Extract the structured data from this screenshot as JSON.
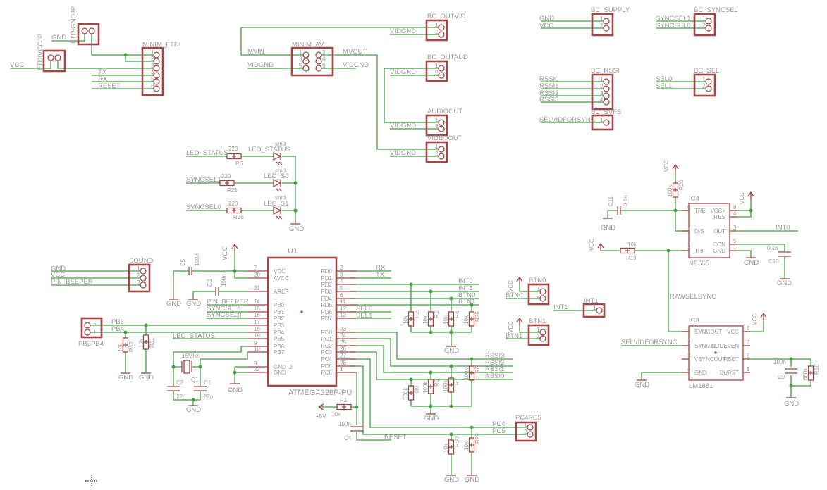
{
  "colors": {
    "wire": "#42a042",
    "part": "#a24646",
    "text": "#9a9a9a",
    "background": "#ffffff"
  },
  "pin_numbers": [
    "1",
    "2",
    "3",
    "4",
    "5",
    "6"
  ],
  "common": {
    "gnd": "GND",
    "vcc": "VCC",
    "plus5v": "+5V"
  },
  "ftdi": {
    "vccjp": "FTDIVCCJP",
    "gndjp": "FTDIGNDJP",
    "minim_ftdi": "MINIM_FTDI",
    "vcc": "VCC",
    "gnd": "GND",
    "tx": "TX",
    "rx": "RX",
    "reset": "RESET"
  },
  "av": {
    "minim_av": "MINIM_AV",
    "mvin": "MVIN",
    "vidgnd": "VIDGND",
    "mvout": "MVOUT"
  },
  "outputs": {
    "bc_outvid": "BC_OUTVID",
    "bc_outaud": "BC_OUTAUD",
    "audioout": "AUDIOOUT",
    "videoout": "VIDEOOUT",
    "vidgnd": "VIDGND"
  },
  "headers": {
    "bc_supply": "BC_SUPPLY",
    "bc_syncsel": "BC_SYNCSEL",
    "bc_rssi": "BC_RSSI",
    "bc_svfs": "BC_SVFS",
    "bc_sel": "BC_SEL",
    "gnd": "GND",
    "vcc": "VCC",
    "syncsel1": "SYNCSEL1",
    "syncsel0": "SYNCSEL0",
    "rssi": [
      "RSSI0",
      "RSSI1",
      "RSSI2",
      "RSSI3"
    ],
    "selvidforsync": "SELVIDFORSYNC",
    "sel0": "SEL0",
    "sel1": "SEL1"
  },
  "leds": {
    "rows": [
      {
        "net": "LED_STATUS",
        "r_value": "220",
        "r_ref": "R5",
        "led_name": "LED_STATUS",
        "led_pkg": "smd"
      },
      {
        "net": "SYNCSEL1",
        "r_value": "220",
        "r_ref": "R25",
        "led_name": "LED_S0",
        "led_pkg": "smd"
      },
      {
        "net": "SYNCSEL0",
        "r_value": "220",
        "r_ref": "R26",
        "led_name": "LED_S1",
        "led_pkg": "smd"
      }
    ],
    "gnd": "GND"
  },
  "sound": {
    "title": "SOUND",
    "gnd": "GND",
    "vcc": "VCC",
    "pin_beeper": "PIN_BEEPER"
  },
  "u1": {
    "ref": "U1",
    "value": "ATMEGA328P-PU",
    "left_pins": [
      {
        "num": "7",
        "name": "VCC"
      },
      {
        "num": "20",
        "name": "AVCC"
      },
      {
        "num": "21",
        "name": "AREF"
      },
      {
        "num": "14",
        "name": "PB0"
      },
      {
        "num": "15",
        "name": "PB1"
      },
      {
        "num": "16",
        "name": "PB2"
      },
      {
        "num": "17",
        "name": "PB3"
      },
      {
        "num": "18",
        "name": "PB4"
      },
      {
        "num": "19",
        "name": "PB5"
      },
      {
        "num": "9",
        "name": "PB6"
      },
      {
        "num": "10",
        "name": "PB7"
      },
      {
        "num": "8",
        "name": "GND_2"
      },
      {
        "num": "22",
        "name": "GND"
      }
    ],
    "right_pins": [
      {
        "num": "2",
        "name": "PD0"
      },
      {
        "num": "3",
        "name": "PD1"
      },
      {
        "num": "4",
        "name": "PD2"
      },
      {
        "num": "5",
        "name": "PD3"
      },
      {
        "num": "6",
        "name": "PD4"
      },
      {
        "num": "11",
        "name": "PD5"
      },
      {
        "num": "12",
        "name": "PD6"
      },
      {
        "num": "13",
        "name": "PD7"
      },
      {
        "num": "23",
        "name": "PC0"
      },
      {
        "num": "24",
        "name": "PC1"
      },
      {
        "num": "25",
        "name": "PC2"
      },
      {
        "num": "26",
        "name": "PC3"
      },
      {
        "num": "27",
        "name": "PC4"
      },
      {
        "num": "28",
        "name": "PC5"
      },
      {
        "num": "1",
        "name": "PC6"
      }
    ]
  },
  "u1_nets": {
    "pin_beeper": "PIN_BEEPER",
    "syncsel1": "SYNCSEL1",
    "syncsel0": "SYNCSEL0",
    "pb3": "PB3",
    "pb4": "PB4",
    "led_status": "LED_STATUS",
    "rx": "RX",
    "tx": "TX",
    "int0": "INT0",
    "int1": "INT1",
    "btn0": "BTN0",
    "btn1": "BTN1",
    "sel0": "SEL0",
    "sel1": "SEL1",
    "rssi3": "RSSI3",
    "rssi2": "RSSI2",
    "rssi1": "RSSI1",
    "rssi0": "RSSI0",
    "pc4": "PC4",
    "pc5": "PC5",
    "reset": "RESET"
  },
  "parts": {
    "c5": {
      "ref": "C5",
      "value": "100n"
    },
    "c3": {
      "ref": "C3",
      "value": "100n"
    },
    "pb3pb4": "PB3PB4",
    "r31": {
      "ref": "R31",
      "value": "10k"
    },
    "r32": {
      "ref": "R32",
      "value": "10k"
    },
    "q1": {
      "ref": "Q1",
      "value": "16Mhz"
    },
    "c2": {
      "ref": "C2",
      "value": "22p"
    },
    "c1": {
      "ref": "C1",
      "value": "22p"
    },
    "r2": {
      "ref": "R2",
      "value": "10k"
    },
    "r3": {
      "ref": "R3",
      "value": "10k"
    },
    "r4": {
      "ref": "R4",
      "value": "10k"
    },
    "r26": {
      "ref": "R26",
      "value": "10k"
    },
    "r6": {
      "ref": "R6",
      "value": "100k"
    },
    "r7": {
      "ref": "R7",
      "value": "100k"
    },
    "r8": {
      "ref": "R8",
      "value": "100k"
    },
    "r9": {
      "ref": "R9",
      "value": "100k"
    },
    "r1": {
      "ref": "R1",
      "value": "10k"
    },
    "c4": {
      "ref": "C4",
      "value": "100n"
    },
    "r30": {
      "ref": "R30",
      "value": "10k"
    },
    "r29": {
      "ref": "R29",
      "value": "10k"
    },
    "pc4pc5": "PC4PC5",
    "btn0": "BTN0",
    "btn1": "BTN1",
    "int1": "INT1"
  },
  "ic4": {
    "ref": "IC4",
    "value": "NE555",
    "left_pins": [
      {
        "num": "6",
        "name": "TRE"
      },
      {
        "num": "7",
        "name": "DIS"
      },
      {
        "num": "2",
        "name": "TRI"
      }
    ],
    "right_pins": [
      {
        "num": "8",
        "name": "VCC+"
      },
      {
        "num": "4",
        "name": "/RES"
      },
      {
        "num": "3",
        "name": "OUT"
      },
      {
        "num": "5",
        "name": "CON"
      },
      {
        "num": "1",
        "name": "GND"
      }
    ],
    "r20": {
      "ref": "R20",
      "value": "100k"
    },
    "c11": {
      "ref": "C11",
      "value": "0.1n"
    },
    "r19": {
      "ref": "R19",
      "value": "10k"
    },
    "c10": {
      "ref": "C10",
      "value": "0.1n"
    },
    "int0": "INT0"
  },
  "ic3": {
    "ref": "IC3",
    "value": "LM1881",
    "rawselsync": "RAWSELSYNC",
    "selvidforsync": "SELVIDFORSYNC",
    "left_pins": [
      {
        "num": "1",
        "name": "SYNCOUT"
      },
      {
        "num": "2",
        "name": "SYNCIN"
      },
      {
        "num": "3",
        "name": "VSYNCOUT"
      },
      {
        "num": "4",
        "name": "GND"
      }
    ],
    "right_pins": [
      {
        "num": "8",
        "name": "VCC"
      },
      {
        "num": "7",
        "name": "ODDEVEN"
      },
      {
        "num": "6",
        "name": "RSET"
      },
      {
        "num": "5",
        "name": "BURST"
      }
    ],
    "c9": {
      "ref": "C9",
      "value": "100n"
    },
    "r18": {
      "ref": "R18",
      "value": "680k"
    }
  }
}
